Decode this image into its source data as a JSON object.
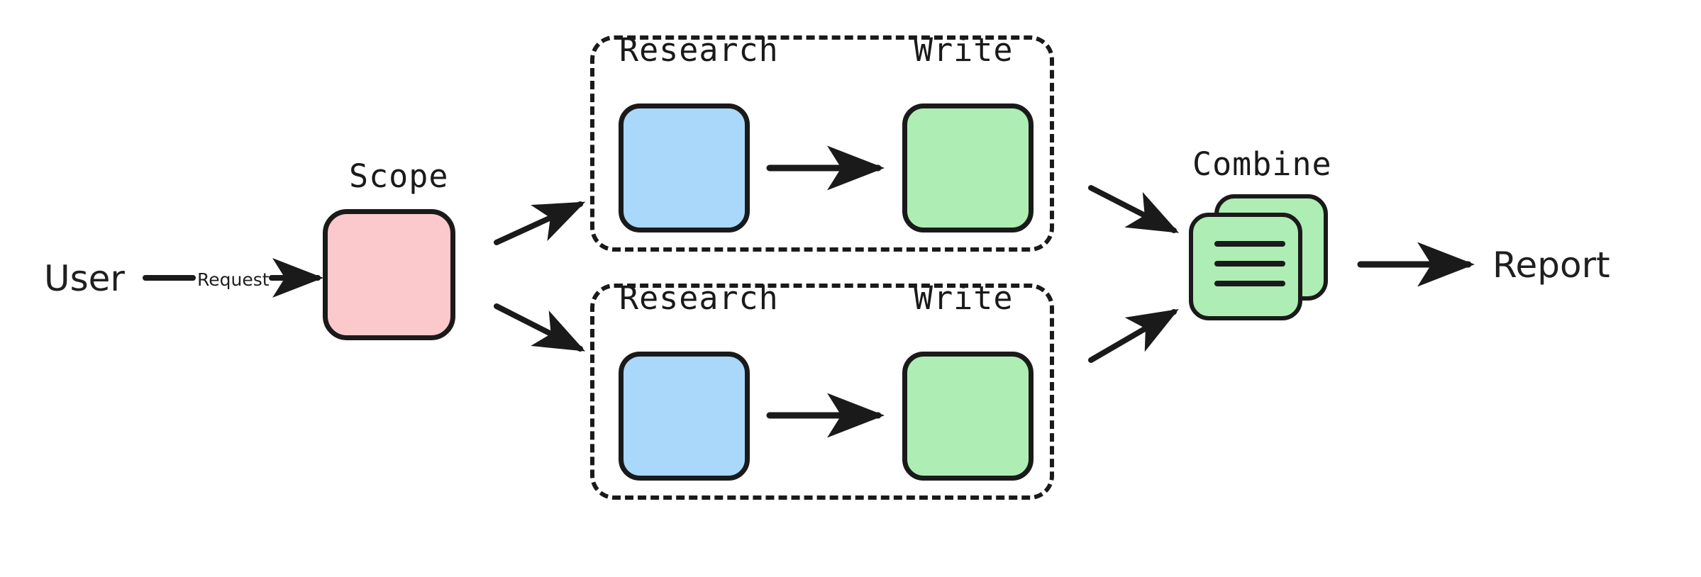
{
  "diagram": {
    "title_text_present": false,
    "background_color": "#ffffff",
    "stroke_color": "#1a1a1a",
    "nodes": {
      "user": {
        "label": "User",
        "type": "text-node"
      },
      "scope": {
        "label": "Scope",
        "type": "rounded-box",
        "color": "#fbc8cc"
      },
      "combine": {
        "label": "Combine",
        "type": "card-stack",
        "color": "#aeedb4"
      },
      "report": {
        "label": "Report",
        "type": "text-node"
      }
    },
    "groups": [
      {
        "name": "branch-top",
        "research": {
          "label": "Research",
          "color": "#a9d8fb"
        },
        "write": {
          "label": "Write",
          "color": "#aeedb4"
        }
      },
      {
        "name": "branch-bottom",
        "research": {
          "label": "Research",
          "color": "#a9d8fb"
        },
        "write": {
          "label": "Write",
          "color": "#aeedb4"
        }
      }
    ],
    "edges": [
      {
        "from": "user",
        "to": "scope",
        "label": "Request"
      },
      {
        "from": "scope",
        "to": "branch-top",
        "label": ""
      },
      {
        "from": "scope",
        "to": "branch-bottom",
        "label": ""
      },
      {
        "from": "research-top",
        "to": "write-top",
        "label": ""
      },
      {
        "from": "research-bottom",
        "to": "write-bottom",
        "label": ""
      },
      {
        "from": "write-top",
        "to": "combine",
        "label": ""
      },
      {
        "from": "write-bottom",
        "to": "combine",
        "label": ""
      },
      {
        "from": "combine",
        "to": "report",
        "label": ""
      }
    ],
    "colors": {
      "pink": "#fbc8cc",
      "blue": "#a9d8fb",
      "green": "#aeedb4",
      "ink": "#1a1a1a"
    }
  }
}
